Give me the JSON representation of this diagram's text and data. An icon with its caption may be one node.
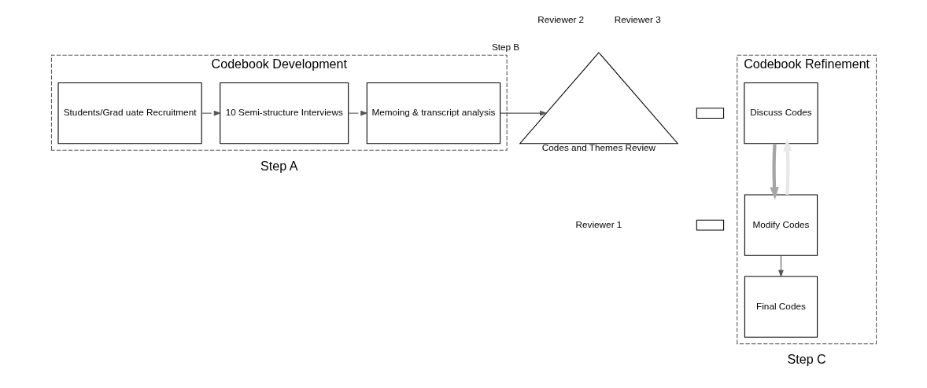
{
  "diagram": {
    "nodes": [
      {
        "text": [
          "Codebook Development"
        ],
        "beside": [
          "Step A"
        ]
      },
      {
        "text": [
          "Students/Grad uate Recruitment"
        ],
        "in": 0
      },
      {
        "text": [
          "10 Semi-structure Interviews"
        ],
        "in": 0
      },
      {
        "text": [
          "Memoing & transcript analysis"
        ],
        "in": 0
      },
      {
        "text": [
          "Codes and Themes Review"
        ],
        "beside": [
          "Step B"
        ]
      },
      {
        "text": [],
        "shape": "box"
      },
      {
        "text": [],
        "shape": "box"
      },
      {
        "text": [
          "Codebook Refinement"
        ],
        "beside": [
          "Step C"
        ]
      },
      {
        "text": [
          "Discuss Codes"
        ],
        "in": 7
      },
      {
        "text": [
          "Modify Codes"
        ],
        "in": 7
      },
      {
        "text": [
          "Final Codes"
        ],
        "in": 7
      }
    ],
    "edges": [
      {
        "from": 1,
        "to": 2,
        "arrow": "to"
      },
      {
        "from": 2,
        "to": 3,
        "arrow": "to"
      },
      {
        "from": 3,
        "to": 4,
        "arrow": "to"
      },
      {
        "from": 8,
        "to": 9,
        "arrow": "to",
        "style": "thick",
        "color": "#a6a6a6"
      },
      {
        "from": 9,
        "to": 8,
        "arrow": "to",
        "style": "thick",
        "color": "#e8e8e8"
      },
      {
        "from": 9,
        "to": 10,
        "arrow": "to"
      }
    ],
    "labels": [
      "Reviewer 2",
      "Reviewer 3",
      "Reviewer 1"
    ]
  }
}
